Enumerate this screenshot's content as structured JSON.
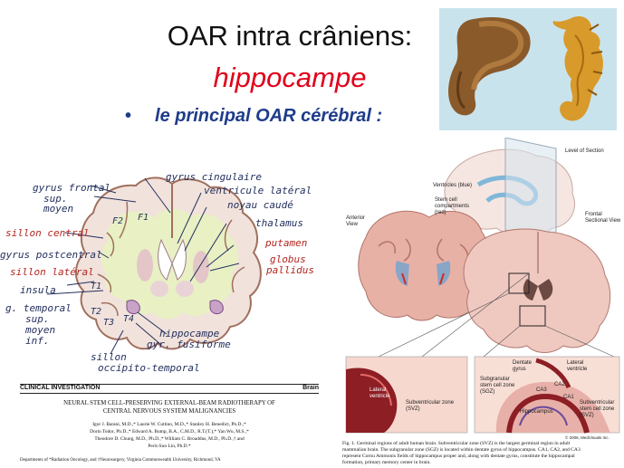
{
  "slide": {
    "title_line1": "OAR intra crâniens:",
    "title_line2": "hippocampe",
    "bullet_marker": "•",
    "bullet_text": "le principal OAR  cérébral :"
  },
  "brain_diagram": {
    "labels": {
      "gyrus_frontal": "gyrus frontal",
      "sup1": "sup.",
      "moyen1": "moyen",
      "sillon_central": "sillon central",
      "gyrus_postcentral": "gyrus postcentral",
      "sillon_lateral": "sillon latéral",
      "insula": "insula",
      "g_temporal": "g. temporal",
      "sup2": "sup.",
      "moyen2": "moyen",
      "inf": "inf.",
      "gyrus_cingulaire": "gyrus cingulaire",
      "ventricule_lateral": "ventricule latéral",
      "noyau_caude": "noyau caudé",
      "thalamus": "thalamus",
      "putamen": "putamen",
      "globus": "globus",
      "pallidus": "pallidus",
      "hippocampe": "hippocampe",
      "gyr_fusiforme": "gyr. fusiforme",
      "sillon": "sillon",
      "occipito_temporal": "occipito-temporal",
      "F1": "F1",
      "F2": "F2",
      "T1": "T1",
      "T2": "T2",
      "T3": "T3",
      "T4": "T4"
    }
  },
  "paper": {
    "section": "CLINICAL INVESTIGATION",
    "journal": "Brain",
    "title_line1": "NEURAL STEM CELL-PRESERVING EXTERNAL-BEAM RADIOTHERAPY OF",
    "title_line2": "CENTRAL NERVOUS SYSTEM MALIGNANCIES",
    "authors_line1": "Igor J. Barani, M.D.,* Laurie W. Cuttino, M.D.,* Stanley H. Benedict, Ph.D.,*",
    "authors_line2": "Dorin Todor, Ph.D.,* Edward A. Bump, B.A., C.M.D., R.T.(T.),* Yan Wu, M.S.,*",
    "authors_line3": "Theodore D. Chung, M.D., Ph.D.,* William C. Broaddus, M.D., Ph.D.,† and",
    "authors_line4": "Peck-Sun Lin, Ph.D.*",
    "affiliation": "Departments of *Radiation Oncology, and †Neurosurgery, Virginia Commonwealth University, Richmond, VA"
  },
  "right_figure": {
    "labels": {
      "level_of_section": "Level of Section",
      "ventricles": "Ventricles (blue)",
      "stem_cell": "Stem cell compartments (red)",
      "anterior_view": "Anterior View",
      "frontal_sectional": "Frontal Sectional View",
      "lateral_ventricle_a": "Lateral ventricle",
      "svz_a": "Subventricular zone (SVZ)",
      "dentate_gyrus": "Dentate gyrus",
      "lateral_ventricle_b": "Lateral ventricle",
      "subgranular": "Subgranular stem cell zone (SGZ)",
      "ca3": "CA3",
      "ca2": "CA2",
      "ca1": "CA1",
      "svz_b": "Subventricular stem cell zone (SVZ)",
      "hippocampus": "Hippocampus",
      "copyright": "© 2006, MedVisuals Inc."
    },
    "caption_line1": "Fig. 1. Germinal regions of adult human brain. Subventricular zone (SVZ) is the largest germinal region in adult",
    "caption_line2": "mammalian brain. The subgranular zone (SGZ) is located within dentate gyrus of hippocampus. CA1, CA2, and CA3",
    "caption_line3": "represent Cornu Ammonis fields of hippocampus proper and, along with dentate gyrus, constitute the hippocampal",
    "caption_line4": "formation, primary memory center in brain."
  },
  "colors": {
    "title_red": "#e1001a",
    "bullet_blue": "#1f3c8a",
    "label_blue": "#23305e",
    "label_red": "#b3261e"
  }
}
